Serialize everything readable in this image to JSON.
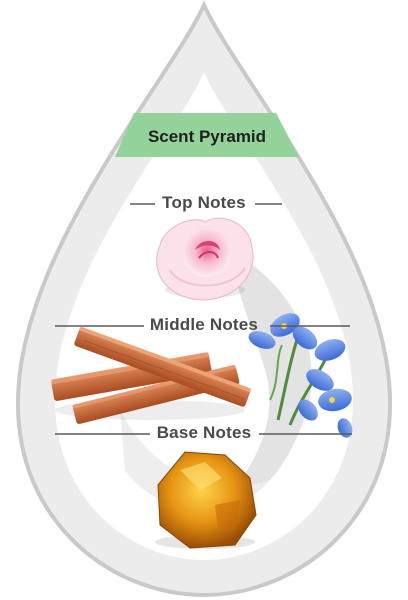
{
  "diagram": {
    "title": "Scent Pyramid",
    "tiers": [
      {
        "label": "Top Notes",
        "ingredients": [
          "rose"
        ]
      },
      {
        "label": "Middle Notes",
        "ingredients": [
          "sandalwood",
          "iris"
        ]
      },
      {
        "label": "Base Notes",
        "ingredients": [
          "amber"
        ]
      }
    ]
  },
  "colors": {
    "drop_outline": "#c9c9c9",
    "drop_inner": "#dedede",
    "banner": "#93d39a",
    "label_text": "#4a4a4a",
    "rule": "#5a5a5a"
  }
}
